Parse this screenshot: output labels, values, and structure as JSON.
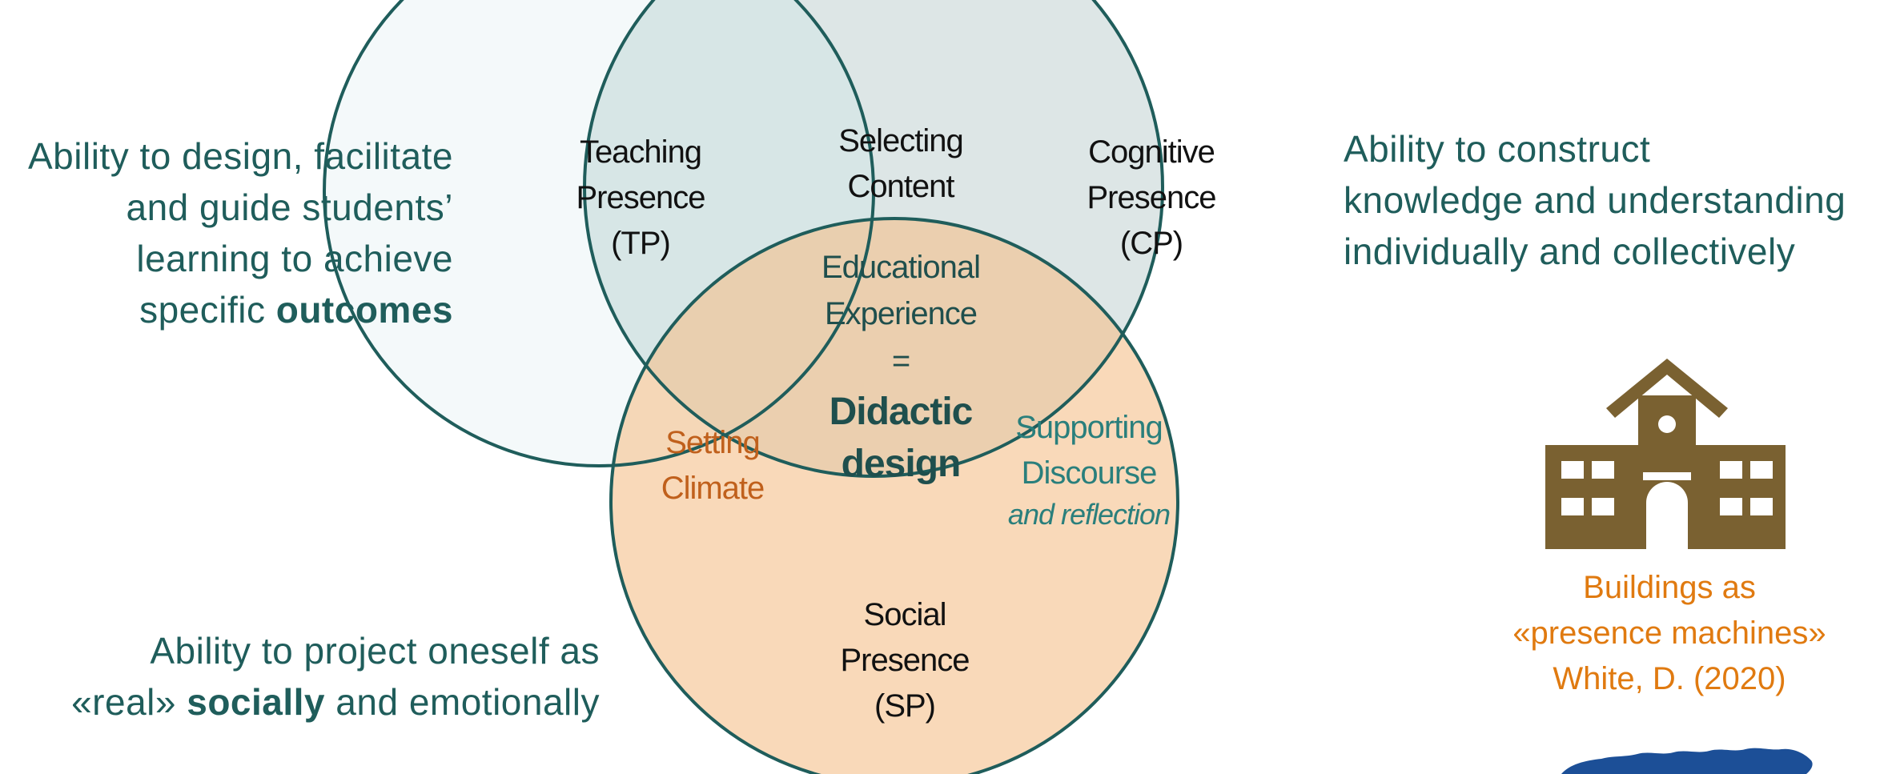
{
  "venn": {
    "tp": {
      "line1": "Teaching",
      "line2": "Presence",
      "line3": "(TP)"
    },
    "cp": {
      "line1": "Cognitive",
      "line2": "Presence",
      "line3": "(CP)"
    },
    "sp": {
      "line1": "Social",
      "line2": "Presence",
      "line3": "(SP)"
    },
    "tp_cp": {
      "line1": "Selecting",
      "line2": "Content"
    },
    "tp_sp": {
      "line1": "Setting",
      "line2": "Climate"
    },
    "cp_sp": {
      "line1": "Supporting",
      "line2": "Discourse",
      "line3": "and reflection"
    },
    "center": {
      "line1": "Educational",
      "line2": "Experience",
      "line3": "=",
      "line4": "Didactic",
      "line5": "design"
    },
    "colors": {
      "tp_fill": "#f4f9fa",
      "cp_fill": "#dde6e6",
      "tp_cp_fill": "#d7e6e6",
      "sp_fill": "#f8d8b6",
      "outline": "#1f5d5b"
    }
  },
  "descriptions": {
    "teaching": {
      "line1": "Ability to design, facilitate",
      "line2": "and guide students’",
      "line3": "learning to achieve",
      "line4_pre": "specific ",
      "line4_bold": "outcomes"
    },
    "cognitive": {
      "line1": "Ability to construct",
      "line2": "knowledge and understanding",
      "line3": "individually and collectively"
    },
    "social": {
      "line1": "Ability to project oneself as",
      "line2_pre": "«real» ",
      "line2_bold": "socially",
      "line2_post": " and emotionally"
    }
  },
  "building": {
    "icon": "school-building-icon",
    "color": "#7a6131",
    "title_line1": "Buildings as",
    "title_line2": "«presence machines»",
    "citation": "White, D. (2020)"
  },
  "logo": {
    "icon": "blue-logo-icon",
    "color": "#1c4f97"
  }
}
